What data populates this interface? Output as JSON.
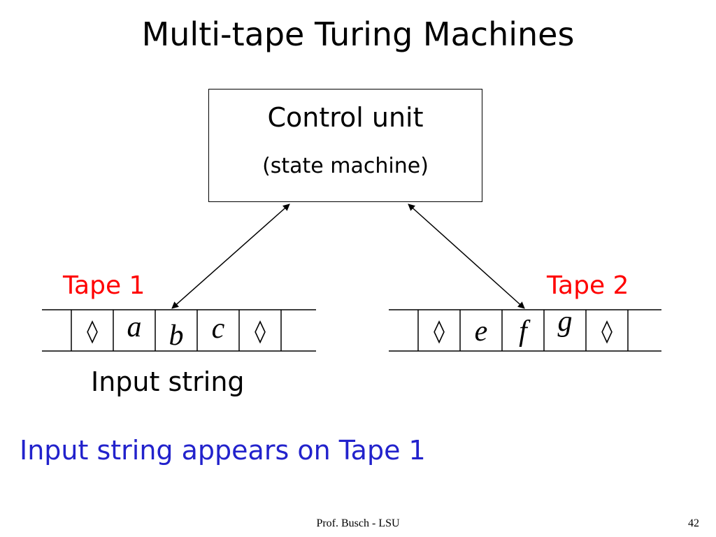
{
  "slide": {
    "title": "Multi-tape Turing Machines",
    "footer": "Prof. Busch - LSU",
    "page_number": "42"
  },
  "control_unit": {
    "line1": "Control unit",
    "line2": "(state machine)"
  },
  "tapes": [
    {
      "label": "Tape 1",
      "cells": [
        "◊",
        "a",
        "b",
        "c",
        "◊",
        ""
      ]
    },
    {
      "label": "Tape 2",
      "cells": [
        "◊",
        "e",
        "f",
        "g",
        "◊",
        ""
      ]
    }
  ],
  "input_label": "Input string",
  "caption": "Input string appears on Tape 1",
  "colors": {
    "tape_label": "#ff0000",
    "caption": "#2222cc",
    "text": "#000000"
  }
}
